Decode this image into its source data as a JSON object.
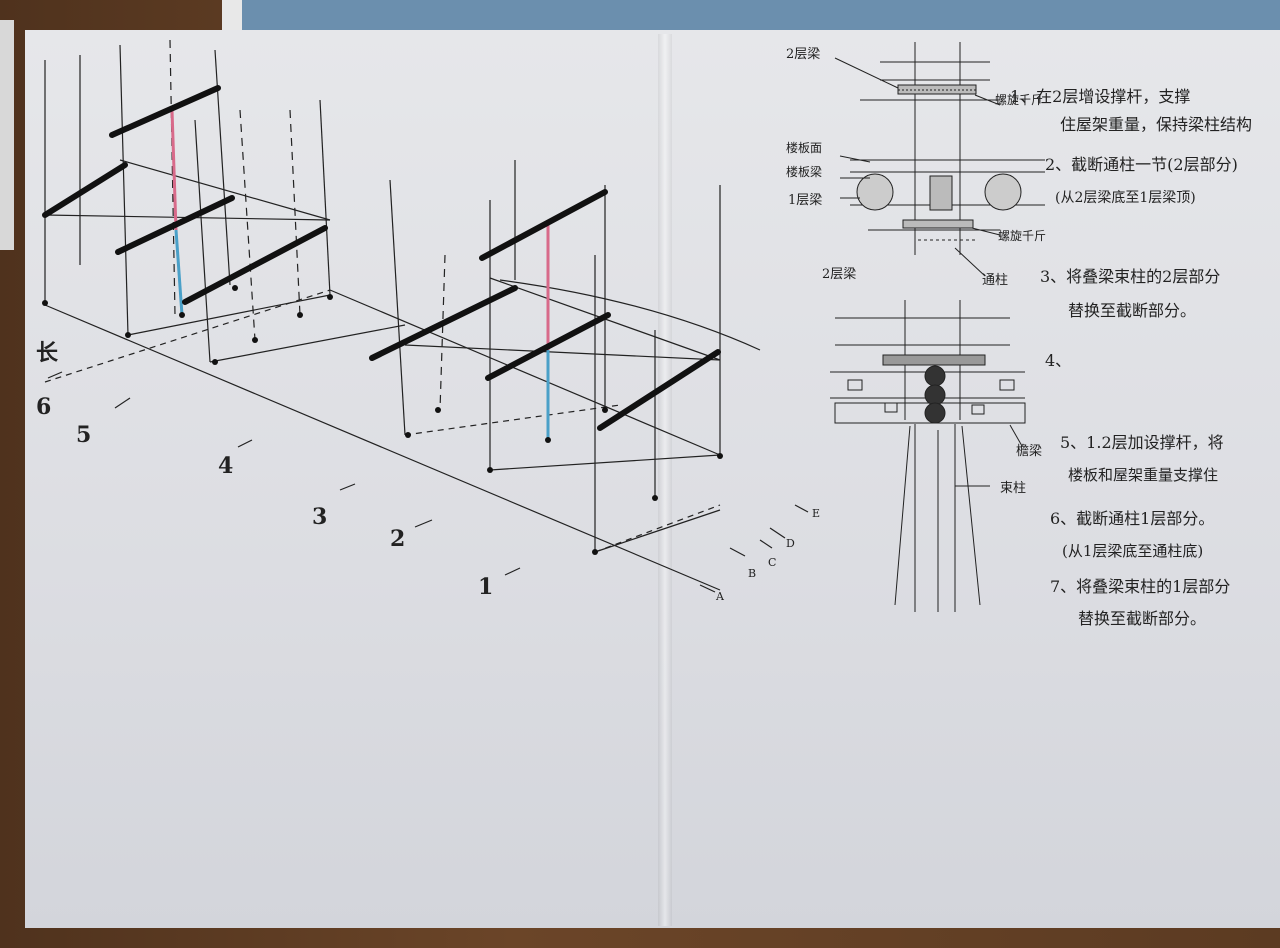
{
  "labels": {
    "grid_numbers": [
      "5",
      "4",
      "3",
      "2",
      "1"
    ],
    "grid_letters": [
      "A",
      "B",
      "C",
      "D",
      "E"
    ],
    "left_edge_mark": "6",
    "left_edge_char": "长"
  },
  "detail_top": {
    "beam2": "2层梁",
    "jack_top": "螺旋千斤",
    "floor_face": "楼板面",
    "floor_beam": "楼板梁",
    "beam1": "1层梁",
    "jack_bottom": "螺旋千斤",
    "through_column": "通柱"
  },
  "detail_bottom": {
    "beam2": "2层梁",
    "eave_beam": "檐梁",
    "bundle_column": "束柱"
  },
  "steps": [
    {
      "line1": "1、在2层增设撑杆，支撑",
      "line2": "住屋架重量，保持梁柱结构"
    },
    {
      "line1": "2、截断通柱一节(2层部分)",
      "line2": "(从2层梁底至1层梁顶)"
    },
    {
      "line1": "3、将叠梁束柱的2层部分",
      "line2": "替换至截断部分。"
    },
    {
      "line1": "4、",
      "line2": ""
    },
    {
      "line1": "5、1.2层加设撑杆，将",
      "line2": "楼板和屋架重量支撑住"
    },
    {
      "line1": "6、截断通柱1层部分。",
      "line2": "(从1层梁底至通柱底)"
    },
    {
      "line1": "7、将叠梁束柱的1层部分",
      "line2": "替换至截断部分。"
    }
  ]
}
